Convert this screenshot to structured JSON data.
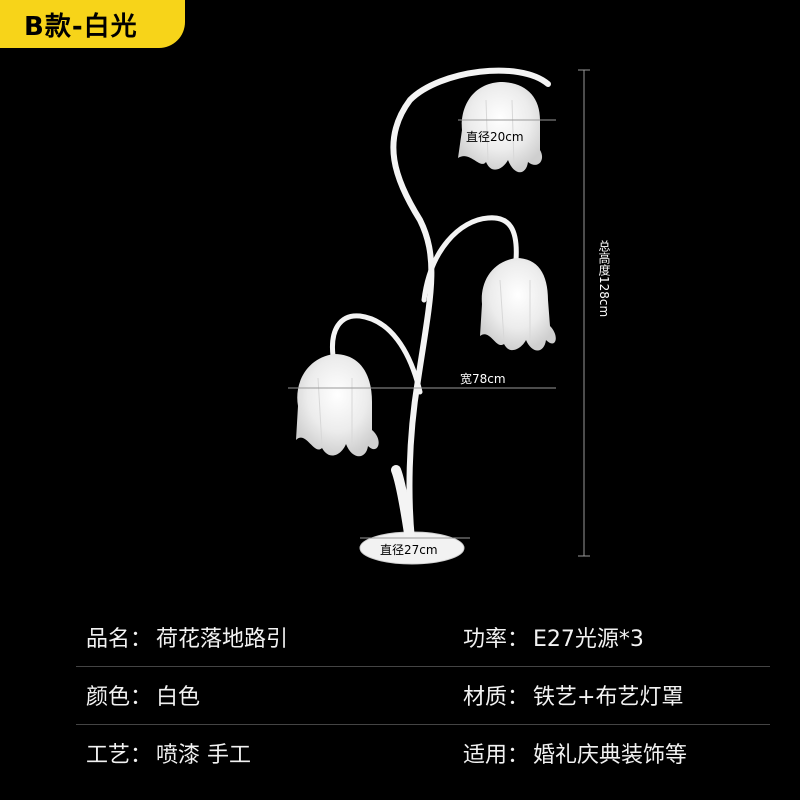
{
  "badge": {
    "text": "B款-白光"
  },
  "dimensions": {
    "shade_diameter": "直径20cm",
    "width": "宽78cm",
    "base_diameter": "直径27cm",
    "total_height": "总高度128cm"
  },
  "specs": [
    {
      "key": "品名：",
      "value": "荷花落地路引"
    },
    {
      "key": "功率：",
      "value": "E27光源*3"
    },
    {
      "key": "颜色：",
      "value": "白色"
    },
    {
      "key": "材质：",
      "value": "铁艺+布艺灯罩"
    },
    {
      "key": "工艺：",
      "value": "喷漆 手工"
    },
    {
      "key": "适用：",
      "value": "婚礼庆典装饰等"
    }
  ],
  "colors": {
    "badge": "#f7d419",
    "background": "#000000",
    "lamp": "#ffffff"
  }
}
